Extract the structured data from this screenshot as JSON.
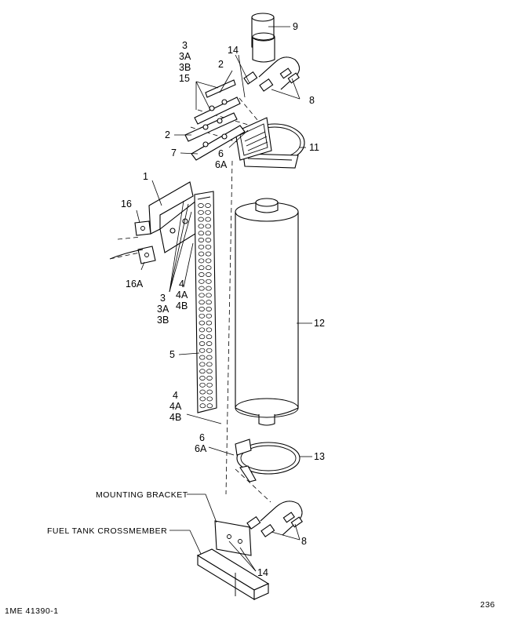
{
  "callouts": {
    "c9": "9",
    "c3_top": "3",
    "c3a_top": "3A",
    "c3b_top": "3B",
    "c14_top": "14",
    "c2_top": "2",
    "c15": "15",
    "c8_top": "8",
    "c2_mid": "2",
    "c6_top": "6",
    "c6a_top": "6A",
    "c11": "11",
    "c7": "7",
    "c1": "1",
    "c16": "16",
    "c16a": "16A",
    "c4_mid": "4",
    "c4a_mid": "4A",
    "c4b_mid": "4B",
    "c3_mid": "3",
    "c3a_mid": "3A",
    "c3b_mid": "3B",
    "c12": "12",
    "c5": "5",
    "c4_low": "4",
    "c4a_low": "4A",
    "c4b_low": "4B",
    "c6_low": "6",
    "c6a_low": "6A",
    "c13": "13",
    "c8_low": "8",
    "c14_low": "14"
  },
  "notes": {
    "mounting_bracket": "MOUNTING BRACKET",
    "fuel_tank_crossmember": "FUEL TANK CROSSMEMBER",
    "figure_id": "1ME 41390-1",
    "page_number": "236"
  }
}
